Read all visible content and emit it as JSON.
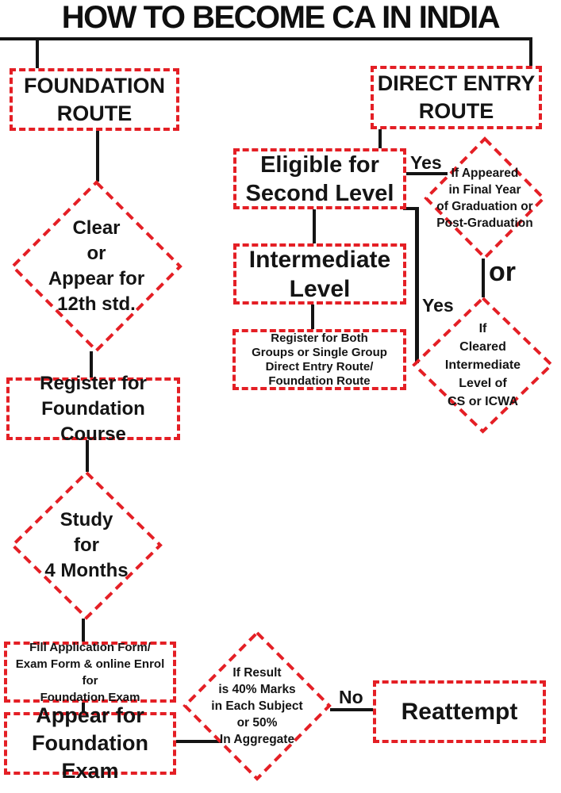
{
  "title": "HOW TO BECOME CA IN INDIA",
  "colors": {
    "accent_red": "#e41f25",
    "line_black": "#141414",
    "background": "#ffffff"
  },
  "nodes": {
    "foundation_route": "FOUNDATION\nROUTE",
    "direct_entry_route": "DIRECT ENTRY\nROUTE",
    "clear_12th": "Clear\nor\nAppear for\n12th std.",
    "register_foundation": "Register for\nFoundation Course",
    "study_4_months": "Study\nfor\n4 Months",
    "fill_application": "Fill Application Form/\nExam Form & online Enrol for\nFoundation Exam",
    "appear_foundation": "Appear for\nFoundation Exam",
    "if_result": "If Result\nis 40% Marks\nin Each Subject\nor 50%\nIn Aggregate",
    "reattempt": "Reattempt",
    "eligible_second_level": "Eligible for\nSecond Level",
    "intermediate_level": "Intermediate\nLevel",
    "register_both_groups": "Register for Both\nGroups or Single Group\nDirect Entry Route/\nFoundation Route",
    "if_appeared": "If Appeared\nin Final Year\nof Graduation or\nPost-Graduation",
    "if_cleared": "If\nCleared\nIntermediate\nLevel of\nCS or ICWA"
  },
  "edge_labels": {
    "yes_graduation": "Yes",
    "yes_intermediate": "Yes",
    "or_label": "or",
    "no_label": "No"
  }
}
